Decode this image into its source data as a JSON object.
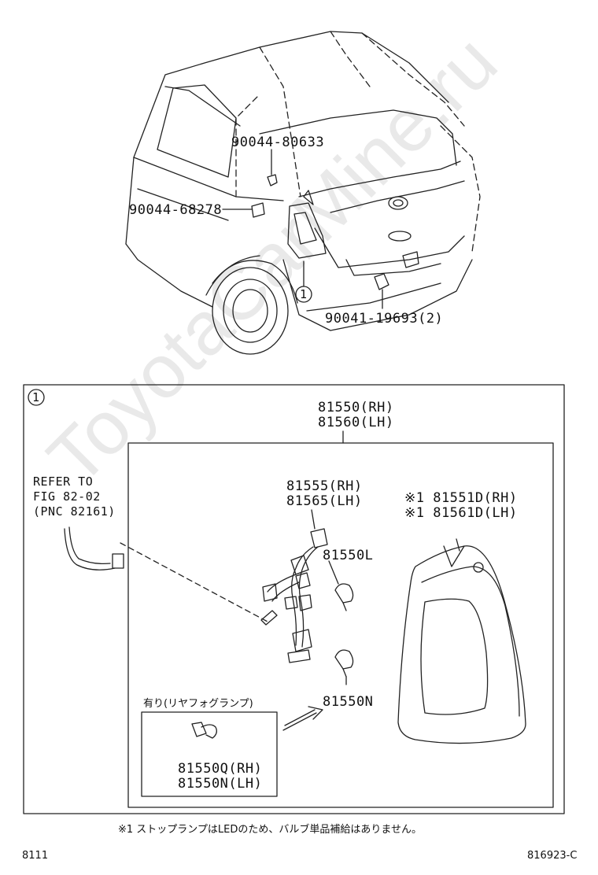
{
  "watermark": "ToyotaCarMine.ru",
  "upper": {
    "part_1": "90044-80633",
    "part_2": "90044-68278",
    "part_3": "90041-19693(2)",
    "callout": "1"
  },
  "detail": {
    "callout": "1",
    "assembly_rh": "81550(RH)",
    "assembly_lh": "81560(LH)",
    "refer_line1": "REFER TO",
    "refer_line2": "FIG 82-02",
    "refer_line3": "(PNC 82161)",
    "socket_rh": "81555(RH)",
    "socket_lh": "81565(LH)",
    "lens_rh": "※1 81551D(RH)",
    "lens_lh": "※1 81561D(LH)",
    "bulb_l": "81550L",
    "bulb_n": "81550N",
    "inset_title": "有り(リヤフォグランプ)",
    "inset_rh": "81550Q(RH)",
    "inset_lh": "81550N(LH)"
  },
  "footer": {
    "note": "※1 ストップランプはLEDのため、バルブ単品補給はありません。",
    "page_left": "8111",
    "page_right": "816923-C"
  }
}
